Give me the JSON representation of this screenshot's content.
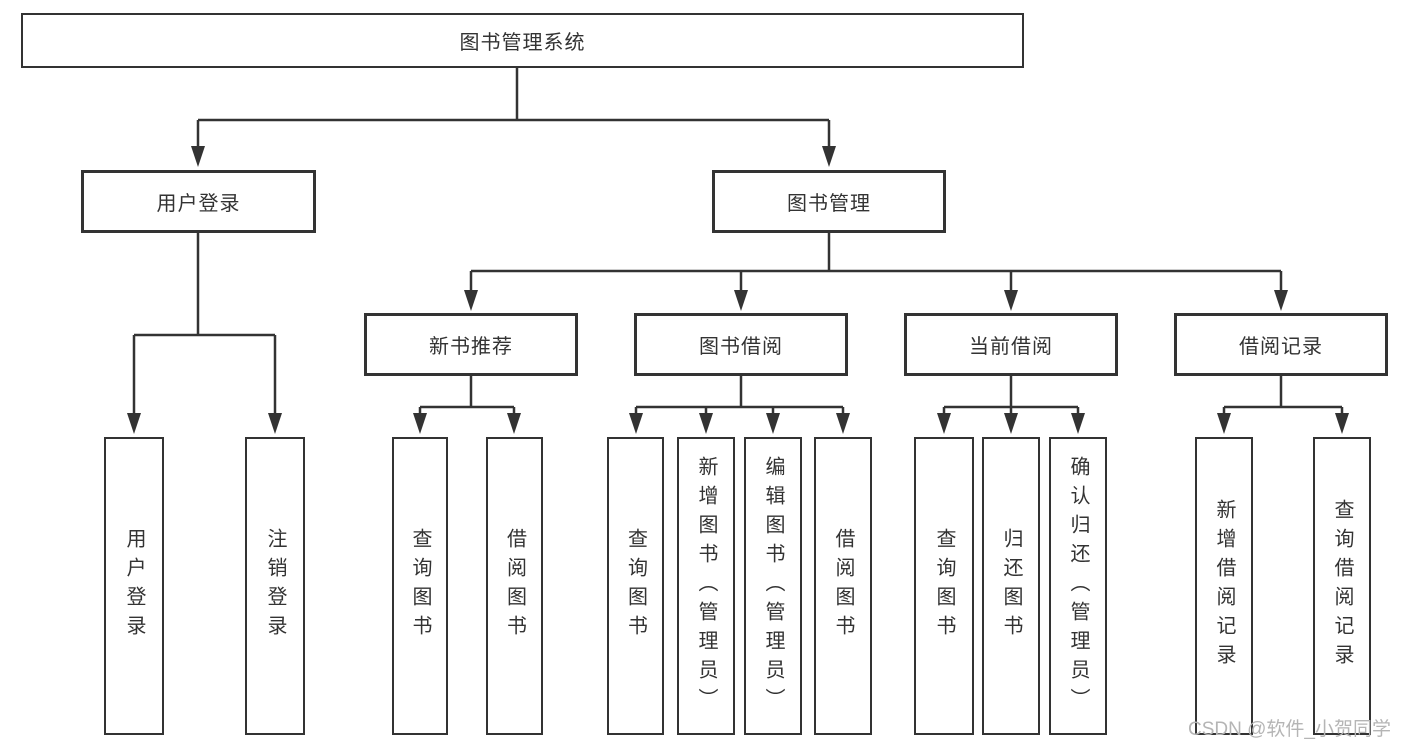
{
  "tree": {
    "root": "图书管理系统",
    "branches": [
      {
        "label": "用户登录",
        "children": [
          "用户登录",
          "注销登录"
        ]
      },
      {
        "label": "图书管理",
        "modules": [
          {
            "label": "新书推荐",
            "children": [
              "查询图书",
              "借阅图书"
            ]
          },
          {
            "label": "图书借阅",
            "children": [
              "查询图书",
              "新增图书（管理员）",
              "编辑图书（管理员）",
              "借阅图书"
            ]
          },
          {
            "label": "当前借阅",
            "children": [
              "查询图书",
              "归还图书",
              "确认归还（管理员）"
            ]
          },
          {
            "label": "借阅记录",
            "children": [
              "新增借阅记录",
              "查询借阅记录"
            ]
          }
        ]
      }
    ]
  },
  "watermark": "CSDN @软件_小贺同学",
  "colors": {
    "line": "#333333",
    "border": "#333333",
    "text": "#333333",
    "watermark_text": "#b5b5b5",
    "background": "#ffffff"
  }
}
